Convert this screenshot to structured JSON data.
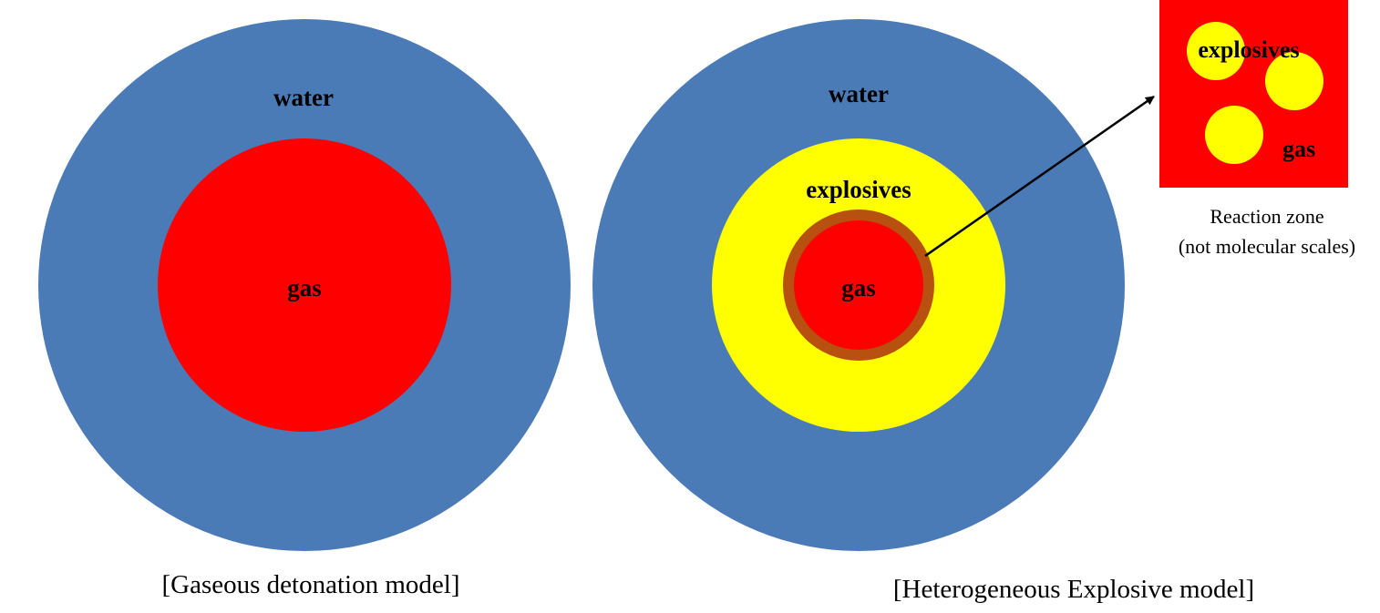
{
  "colors": {
    "water": "#4a7bb7",
    "gas": "#ff0000",
    "explosives": "#ffff00",
    "reaction_ring": "#b8500f",
    "text": "#000000",
    "arrow": "#000000"
  },
  "left_model": {
    "water_label": "water",
    "gas_label": "gas",
    "caption": "[Gaseous detonation model]"
  },
  "right_model": {
    "water_label": "water",
    "explosives_label": "explosives",
    "gas_label": "gas",
    "caption": "[Heterogeneous Explosive model]"
  },
  "inset": {
    "explosives_label": "explosives",
    "gas_label": "gas",
    "caption_line1": "Reaction zone",
    "caption_line2": "(not molecular scales)"
  }
}
